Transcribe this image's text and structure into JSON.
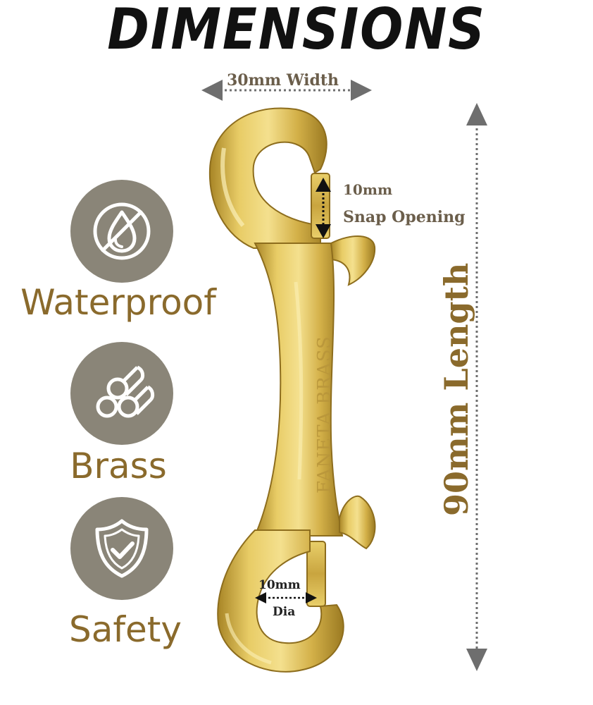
{
  "title": "DIMENSIONS",
  "features": [
    {
      "label": "Waterproof",
      "icon": "no-water-drop-icon"
    },
    {
      "label": "Brass",
      "icon": "brass-rods-icon"
    },
    {
      "label": "Safety",
      "icon": "shield-check-icon"
    }
  ],
  "dimensions": {
    "width": "30mm Width",
    "snap_value": "10mm",
    "snap_label": "Snap Opening",
    "length": "90mm Length",
    "dia_value": "10mm",
    "dia_label": "Dia"
  },
  "product": {
    "engraving": "FANETA BRASS"
  },
  "colors": {
    "icon_circle": "#8a8578",
    "label_gold": "#8a6a2c",
    "dim_text": "#6b5e4b",
    "arrow_gray": "#6e6e6e",
    "brass": "#d9b94e"
  }
}
